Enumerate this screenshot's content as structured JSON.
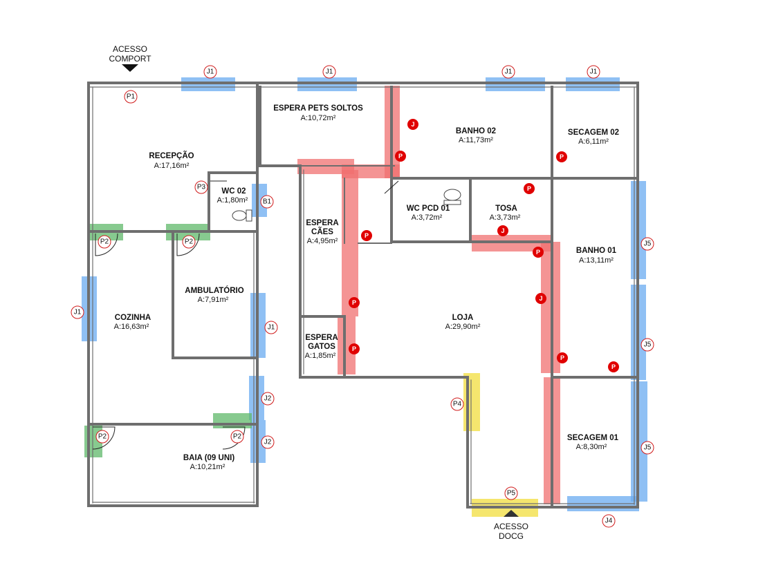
{
  "colors": {
    "window_highlight": "#6aabf0",
    "door_highlight": "#5fb86a",
    "route_highlight": "#f07070",
    "access_highlight": "#f2e04a",
    "tag_red": "#e00000",
    "wall": "#6e6e6e"
  },
  "accesses": {
    "comport": {
      "line1": "ACESSO",
      "line2": "COMPORT"
    },
    "docg": {
      "line1": "ACESSO",
      "line2": "DOCG"
    }
  },
  "rooms": {
    "recepcao": {
      "name": "RECEPÇÃO",
      "area": "A:17,16m²"
    },
    "wc02": {
      "name": "WC 02",
      "area": "A:1,80m²"
    },
    "espera_pets_soltos": {
      "name": "ESPERA PETS SOLTOS",
      "area": "A:10,72m²"
    },
    "banho02": {
      "name": "BANHO 02",
      "area": "A:11,73m²"
    },
    "secagem02": {
      "name": "SECAGEM 02",
      "area": "A:6,11m²"
    },
    "espera_caes": {
      "name1": "ESPERA",
      "name2": "CÃES",
      "area": "A:4,95m²"
    },
    "wc_pcd01": {
      "name": "WC PCD 01",
      "area": "A:3,72m²"
    },
    "tosa": {
      "name": "TOSA",
      "area": "A:3,73m²"
    },
    "banho01": {
      "name": "BANHO 01",
      "area": "A:13,11m²"
    },
    "ambulatorio": {
      "name": "AMBULATÓRIO",
      "area": "A:7,91m²"
    },
    "cozinha": {
      "name": "COZINHA",
      "area": "A:16,63m²"
    },
    "loja": {
      "name": "LOJA",
      "area": "A:29,90m²"
    },
    "espera_gatos": {
      "name1": "ESPERA",
      "name2": "GATOS",
      "area": "A:1,85m²"
    },
    "secagem01": {
      "name": "SECAGEM 01",
      "area": "A:8,30m²"
    },
    "baia": {
      "name": "BAIA (09 UNI)",
      "area": "A:10,21m²"
    }
  },
  "tags": {
    "j1": "J1",
    "j2": "J2",
    "j4": "J4",
    "j5": "J5",
    "p1": "P1",
    "p2": "P2",
    "p3": "P3",
    "p4": "P4",
    "p5": "P5",
    "b1": "B1",
    "p": "P",
    "j": "J"
  }
}
